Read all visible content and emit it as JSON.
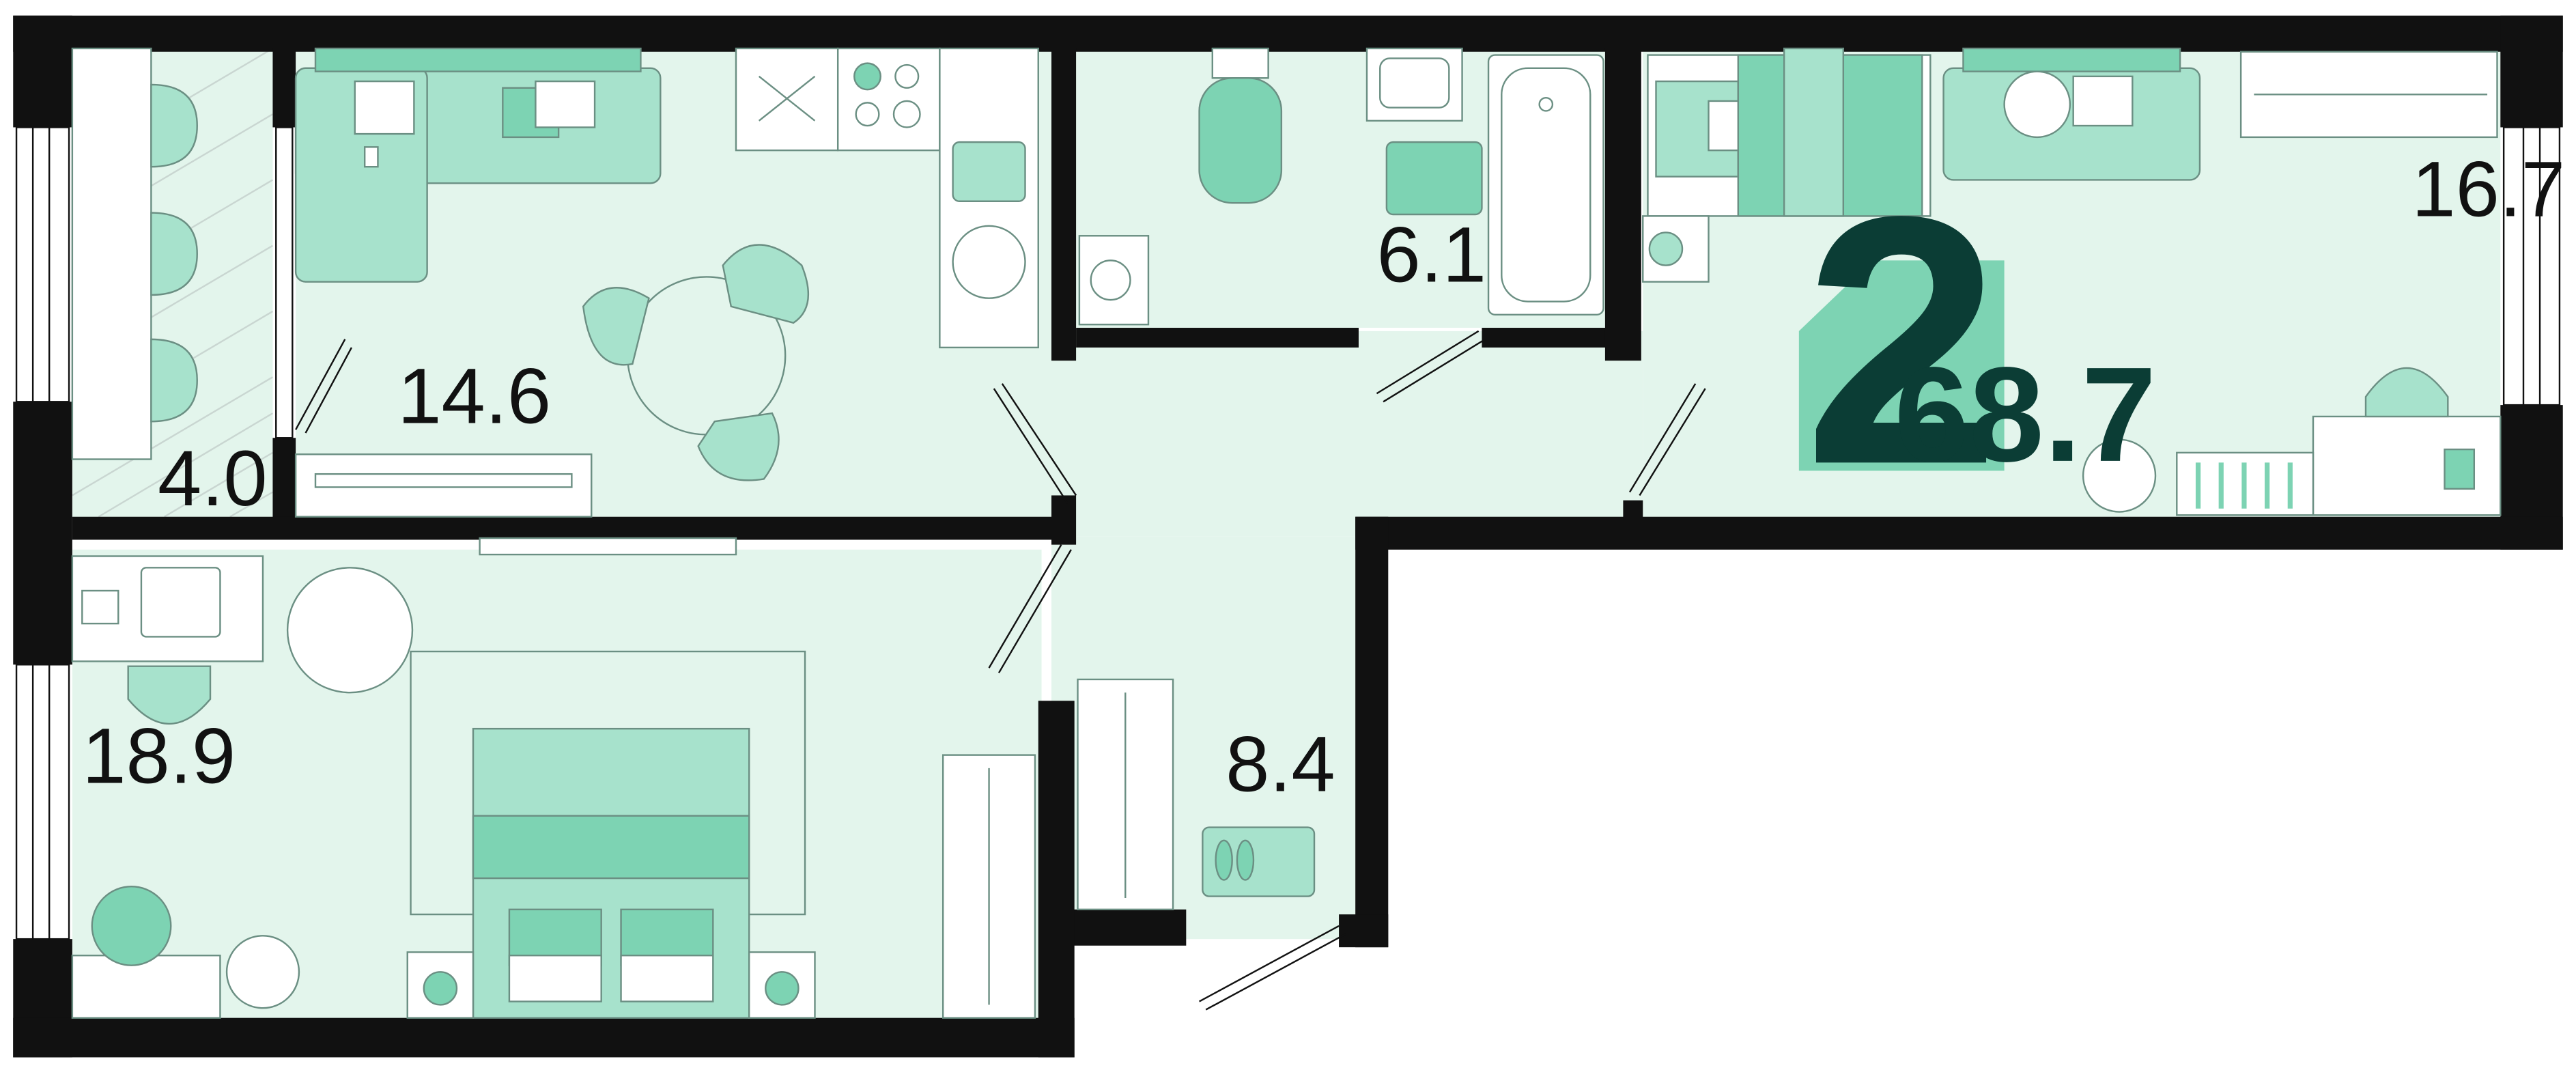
{
  "summary": {
    "rooms": "2",
    "total_area": "68.7"
  },
  "rooms": {
    "balcony": "4.0",
    "living_kitchen": "14.6",
    "bathroom": "6.1",
    "bedroom_small": "16.7",
    "bedroom_large": "18.9",
    "hallway": "8.4"
  },
  "colors": {
    "wall": "#111111",
    "floor": "#e3f5ec",
    "furniture": "#a7e2cc",
    "furniture_dark": "#7dd3b3",
    "accent_text": "#0b3d35",
    "outline": "#6b8f83"
  }
}
